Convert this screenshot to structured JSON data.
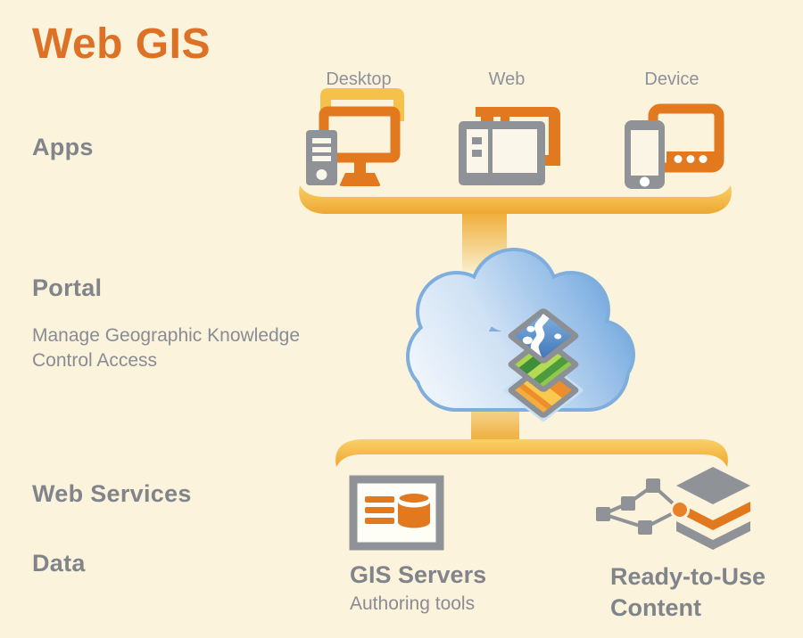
{
  "title": "Web GIS",
  "colors": {
    "background": "#FBF3DB",
    "title_orange": "#DD7226",
    "icon_orange": "#E2791F",
    "shelf_yellow": "#F5BE4E",
    "icon_gray": "#8F9296",
    "label_gray": "#82848C",
    "text_gray": "#8A8C94",
    "cloud_blue": "#639ED9"
  },
  "rows": {
    "apps": {
      "label": "Apps"
    },
    "portal": {
      "label": "Portal",
      "description": [
        "Manage Geographic Knowledge",
        "Control Access"
      ]
    },
    "web_services": {
      "label": "Web Services"
    },
    "data": {
      "label": "Data"
    }
  },
  "apps_tier": {
    "items": [
      {
        "label": "Desktop",
        "icon": "desktop-computer-icon"
      },
      {
        "label": "Web",
        "icon": "web-browser-icon"
      },
      {
        "label": "Device",
        "icon": "mobile-device-icon"
      }
    ]
  },
  "portal_tier": {
    "icon": "cloud-with-map-layers-icon"
  },
  "services_tier": {
    "gis_servers": {
      "label": "GIS Servers",
      "sublabel": "Authoring tools",
      "icon": "server-database-icon"
    },
    "ready_to_use": {
      "lines": [
        "Ready-to-Use",
        "Content"
      ],
      "icon": "network-layers-icon"
    }
  }
}
